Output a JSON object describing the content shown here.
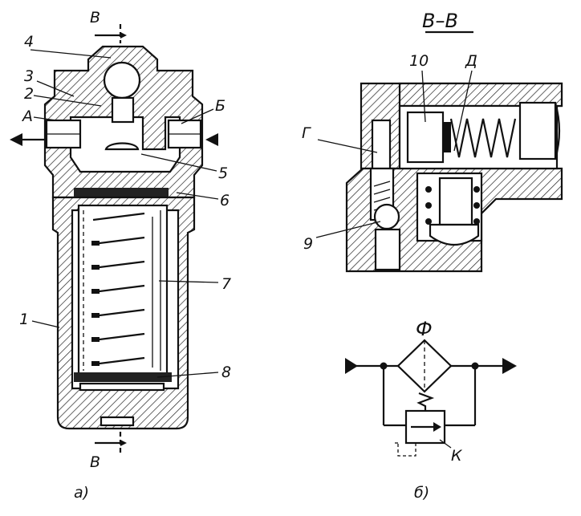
{
  "labels": {
    "n1": "1",
    "n2": "2",
    "n3": "3",
    "n4": "4",
    "n5": "5",
    "n6": "6",
    "n7": "7",
    "n8": "8",
    "n9": "9",
    "n10": "10",
    "a_port": "А",
    "b_port": "Б",
    "g_channel": "Г",
    "d_spring": "Д",
    "section_top": "В",
    "section_bottom": "В",
    "section_title": "В–В",
    "phi": "Ф",
    "k_valve": "К",
    "caption_a": "а)",
    "caption_b": "б)"
  }
}
